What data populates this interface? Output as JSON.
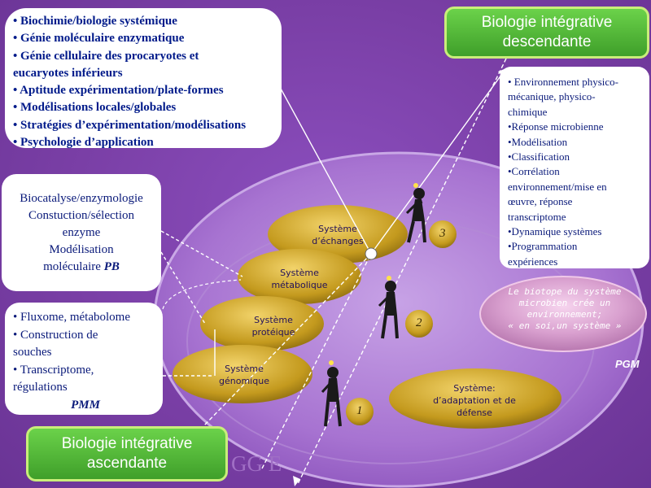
{
  "box_top_left": {
    "items": [
      "• Biochimie/biologie systémique",
      "• Génie moléculaire enzymatique",
      "• Génie cellulaire des procaryotes et",
      "eucaryotes inférieurs",
      "• Aptitude expérimentation/plate-formes",
      "• Modélisations locales/globales",
      "• Stratégies d’expérimentation/modélisations",
      "• Psychologie d’application"
    ]
  },
  "box_mid_left": {
    "lines": [
      "Biocatalyse/enzymologie",
      "Constuction/sélection",
      "enzyme",
      "Modélisation",
      "moléculaire "
    ],
    "pb": "PB"
  },
  "box_bottom_left": {
    "items": [
      "• Fluxome, métabolome",
      "• Construction de",
      "souches",
      "• Transcriptome,",
      "régulations"
    ],
    "pmm": "PMM"
  },
  "box_right": {
    "items": [
      "• Environnement physico-",
      "mécanique, physico-",
      "chimique",
      "•Réponse microbienne",
      "•Modélisation",
      "•Classification",
      "•Corrélation",
      "environnement/mise en",
      "œuvre, réponse",
      "transcriptome",
      "•Dynamique systèmes",
      "•Programmation",
      "expériences"
    ]
  },
  "green_top": {
    "line1": "Biologie intégrative",
    "line2": "descendante"
  },
  "green_bottom": {
    "line1": "Biologie intégrative",
    "line2": "ascendante"
  },
  "systems": {
    "echanges": {
      "l1": "Système",
      "l2": "d’échanges"
    },
    "metabolique": {
      "l1": "Système",
      "l2": "métabolique"
    },
    "proteique": {
      "l1": "Système",
      "l2": "protéique"
    },
    "genomique": {
      "l1": "Système",
      "l2": "génomique"
    },
    "adaptation": {
      "l1": "Système:",
      "l2": "d’adaptation et de",
      "l3": "défense"
    }
  },
  "numbers": {
    "n1": "1",
    "n2": "2",
    "n3": "3"
  },
  "pgm": "PGM",
  "biotope": {
    "l1": "Le biotope du système",
    "l2": "microbien crée un",
    "l3": "environnement;",
    "l4": "« en soi,un système »"
  },
  "gg_fragment": "GG E",
  "colors": {
    "background": "#7a3fa6",
    "ellipse": "#b58ad6",
    "gold": "#c9a12a",
    "green": "#4fb534",
    "text_blue": "#001a8a"
  }
}
